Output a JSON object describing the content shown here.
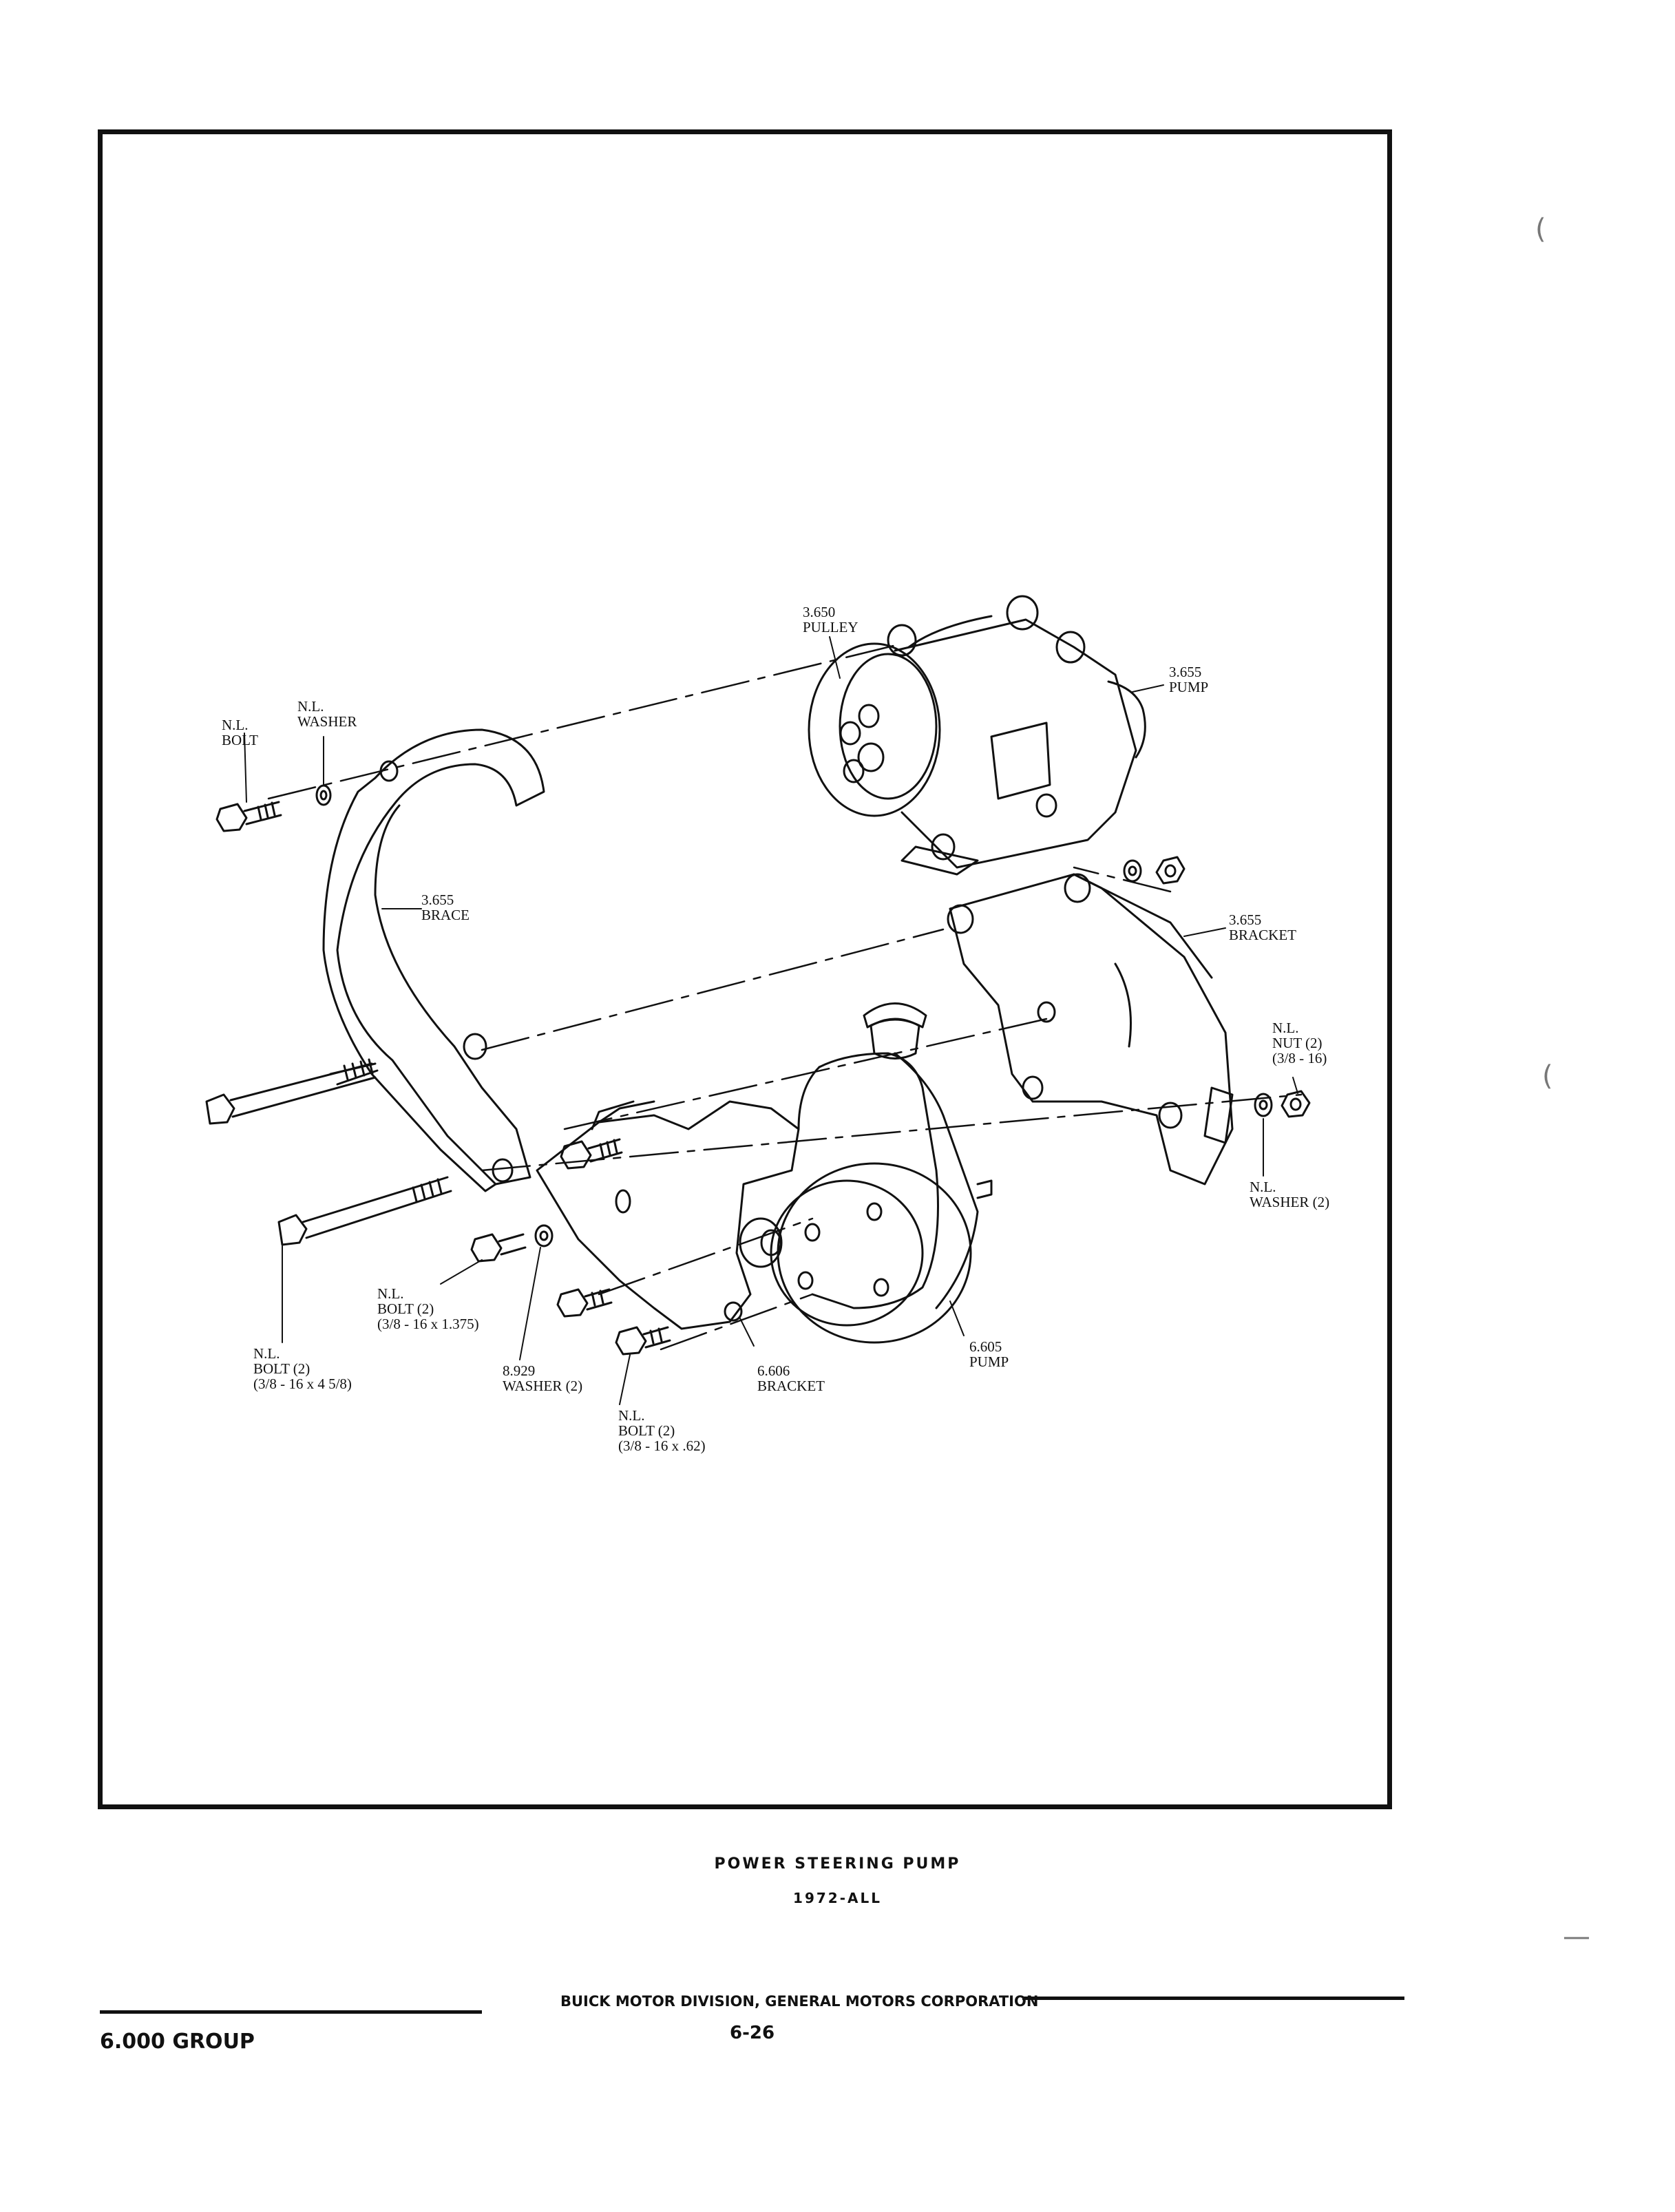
{
  "figure": {
    "caption_title": "POWER STEERING PUMP",
    "caption_sub": "1972-ALL",
    "callouts": {
      "pulley": [
        "3.650",
        "PULLEY"
      ],
      "pump_top": [
        "3.655",
        "PUMP"
      ],
      "nl_washer_top": [
        "N.L.",
        "WASHER"
      ],
      "nl_bolt_top": [
        "N.L.",
        "BOLT"
      ],
      "brace": [
        "3.655",
        "BRACE"
      ],
      "bracket_top": [
        "3.655",
        "BRACKET"
      ],
      "nl_nut": [
        "N.L.",
        "NUT (2)",
        "(3/8 - 16)"
      ],
      "nl_washer_right": [
        "N.L.",
        "WASHER (2)"
      ],
      "nl_bolt_mid": [
        "N.L.",
        "BOLT (2)",
        "(3/8 - 16 x 1.375)"
      ],
      "nl_bolt_long": [
        "N.L.",
        "BOLT (2)",
        "(3/8 - 16 x 4 5/8)"
      ],
      "washer_8929": [
        "8.929",
        "WASHER (2)"
      ],
      "bracket_6606": [
        "6.606",
        "BRACKET"
      ],
      "pump_6605": [
        "6.605",
        "PUMP"
      ],
      "nl_bolt_short": [
        "N.L.",
        "BOLT (2)",
        "(3/8 - 16 x .62)"
      ]
    }
  },
  "footer": {
    "division": "BUICK MOTOR DIVISION, GENERAL MOTORS CORPORATION",
    "page_number": "6-26",
    "group": "6.000 GROUP"
  }
}
